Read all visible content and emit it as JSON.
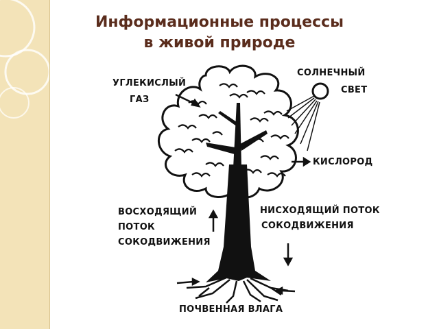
{
  "slide": {
    "title_line1": "Информационные процессы",
    "title_line2": "в живой природе"
  },
  "diagram": {
    "labels": {
      "co2_line1": "УГЛЕКИСЛЫЙ",
      "co2_line2": "ГАЗ",
      "sun_line1": "СОЛНЕЧНЫЙ",
      "sun_line2": "СВЕТ",
      "oxygen": "КИСЛОРОД",
      "up_line1": "ВОСХОДЯЩИЙ",
      "up_line2": "ПОТОК",
      "up_line3": "СОКОДВИЖЕНИЯ",
      "down_line1": "НИСХОДЯЩИЙ ПОТОК",
      "down_line2": "СОКОДВИЖЕНИЯ",
      "soil": "ПОЧВЕННАЯ ВЛАГА"
    }
  },
  "colors": {
    "title": "#5a2c1c",
    "panel": "#f3e3b8",
    "ink": "#111111"
  }
}
